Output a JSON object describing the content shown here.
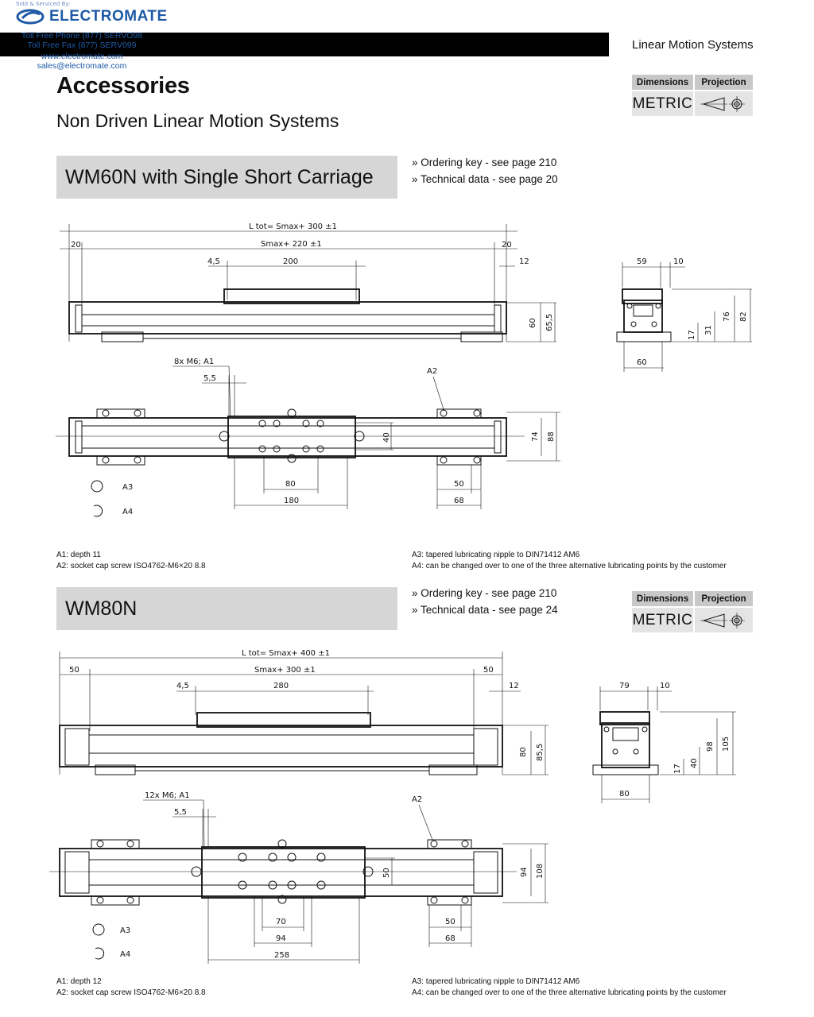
{
  "header": {
    "sold_by": "Sold & Serviced By:",
    "brand": "ELECTROMATE",
    "phone": "Toll Free Phone  (877) SERVO98",
    "fax": "Toll Free Fax  (877) SERV099",
    "web": "www.electromate.com",
    "email": "sales@electromate.com",
    "section": "Linear Motion Systems",
    "brand_color": "#1f5aa6"
  },
  "page": {
    "title": "Accessories",
    "subtitle": "Non Driven Linear Motion Systems"
  },
  "dimbox": {
    "dimensions_label": "Dimensions",
    "projection_label": "Projection",
    "metric": "METRIC",
    "projection_icon": "first-angle-projection-icon"
  },
  "wm60": {
    "title": "WM60N with Single Short Carriage",
    "ordering": "» Ordering key - see page 210",
    "technical": "» Technical data - see page 20",
    "dims": {
      "ltot": "L tot= Smax+ 300 ±1",
      "smax": "Smax+ 220 ±1",
      "d20": "20",
      "d45": "4,5",
      "d200": "200",
      "d12": "12",
      "d60": "60",
      "d655": "65,5",
      "d59": "59",
      "d10": "10",
      "d76": "76",
      "d82": "82",
      "d31": "31",
      "d17": "17",
      "d60b": "60",
      "m6": "8x M6; A1",
      "d55": "5,5",
      "a2": "A2",
      "d40": "40",
      "d74": "74",
      "d88": "88",
      "d80": "80",
      "d180": "180",
      "d50": "50",
      "d68": "68",
      "a3": "A3",
      "a4": "A4"
    },
    "notes": {
      "a1": "A1: depth 11",
      "a2": "A2: socket cap screw ISO4762-M6×20 8.8",
      "a3": "A3: tapered lubricating nipple to DIN71412 AM6",
      "a4": "A4: can be changed over to one of the three alternative lubricating points by the customer"
    }
  },
  "wm80": {
    "title": "WM80N",
    "ordering": "» Ordering key - see page 210",
    "technical": "» Technical data - see page 24",
    "dims": {
      "ltot": "L tot= Smax+ 400 ±1",
      "smax": "Smax+ 300 ±1",
      "d50": "50",
      "d45": "4,5",
      "d280": "280",
      "d12": "12",
      "d80": "80",
      "d855": "85,5",
      "d79": "79",
      "d10": "10",
      "d98": "98",
      "d105": "105",
      "d40": "40",
      "d17": "17",
      "d80b": "80",
      "m6": "12x M6; A1",
      "d55": "5,5",
      "a2": "A2",
      "d50b": "50",
      "d94": "94",
      "d108": "108",
      "d70": "70",
      "d94b": "94",
      "d258": "258",
      "d50c": "50",
      "d68": "68",
      "a3": "A3",
      "a4": "A4"
    },
    "notes": {
      "a1": "A1: depth 12",
      "a2": "A2: socket cap screw ISO4762-M6×20 8.8",
      "a3": "A3: tapered lubricating nipple to DIN71412 AM6",
      "a4": "A4: can be changed over to one of the three alternative lubricating points by the customer"
    }
  }
}
